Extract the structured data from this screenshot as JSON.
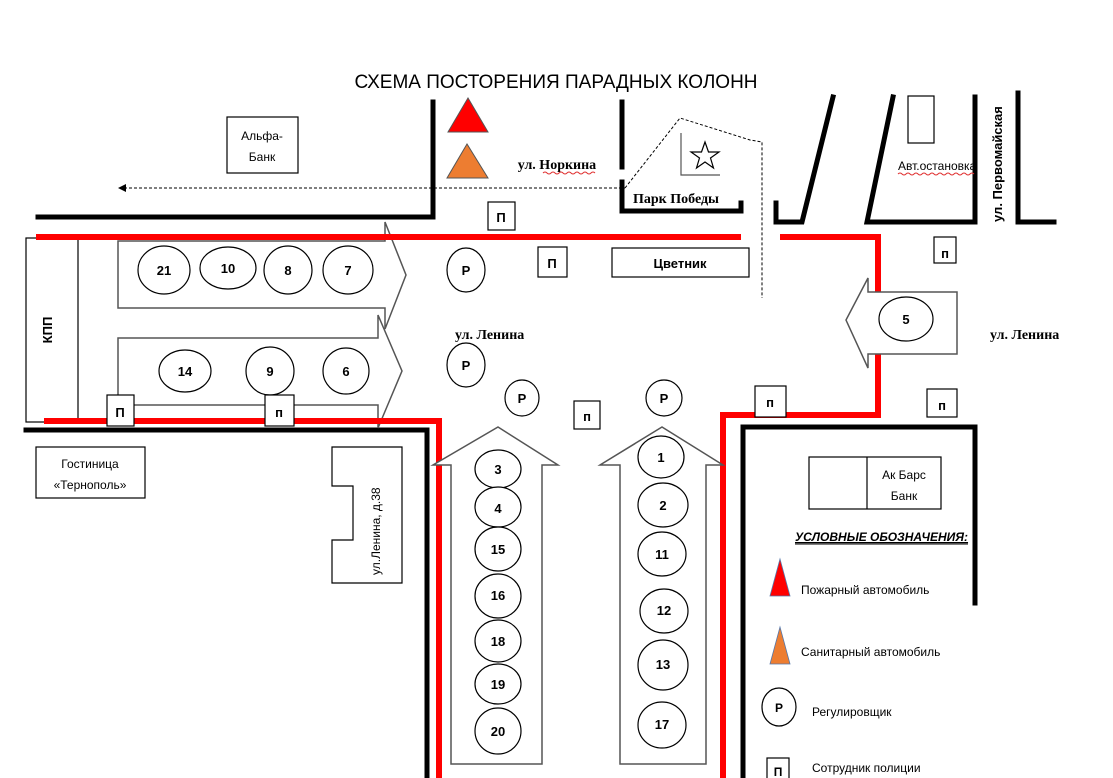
{
  "title": "СХЕМА ПОСТОРЕНИЯ ПАРАДНЫХ КОЛОНН",
  "colors": {
    "barrier": "#ff0000",
    "fire_truck": "#ff0000",
    "ambulance": "#ed7d31",
    "road": "#000000"
  },
  "labels": {
    "alfa_bank": [
      "Альфа-",
      "Банк"
    ],
    "norkina_street": "ул. Норкина",
    "park_pobedy": "Парк Победы",
    "bus_stop": "Авт.остановка",
    "pervomaiskaya_street": "ул. Первомайская",
    "tsvetnik": "Цветник",
    "lenina_street_center": "ул. Ленина",
    "lenina_street_right": "ул. Ленина",
    "kpp": "КПП",
    "hotel": [
      "Гостиница",
      "«Тернополь»"
    ],
    "lenina_38": "ул.Ленина, д.38",
    "ak_bars_bank": [
      "Ак Барс",
      "Банк"
    ]
  },
  "symbols": {
    "regulator": "Р",
    "police": "П",
    "police_small": "п",
    "star_icon": "star-icon"
  },
  "columns": {
    "top_left_row": [
      "21",
      "10",
      "8",
      "7"
    ],
    "bottom_left_row": [
      "14",
      "9",
      "6"
    ],
    "right_arrow": [
      "5"
    ],
    "center_left_column": [
      "3",
      "4",
      "15",
      "16",
      "18",
      "19",
      "20"
    ],
    "center_right_column": [
      "1",
      "2",
      "11",
      "12",
      "13",
      "17"
    ]
  },
  "legend": {
    "title": "УСЛОВНЫЕ ОБОЗНАЧЕНИЯ:",
    "items": [
      {
        "icon": "fire-truck-triangle-icon",
        "label": "Пожарный автомобиль"
      },
      {
        "icon": "ambulance-triangle-icon",
        "label": "Санитарный автомобиль"
      },
      {
        "icon": "regulator-circle-icon",
        "label": "Регулировщик",
        "symbol": "Р"
      },
      {
        "icon": "police-square-icon",
        "label": "Сотрудник полиции",
        "symbol": "П"
      }
    ]
  }
}
